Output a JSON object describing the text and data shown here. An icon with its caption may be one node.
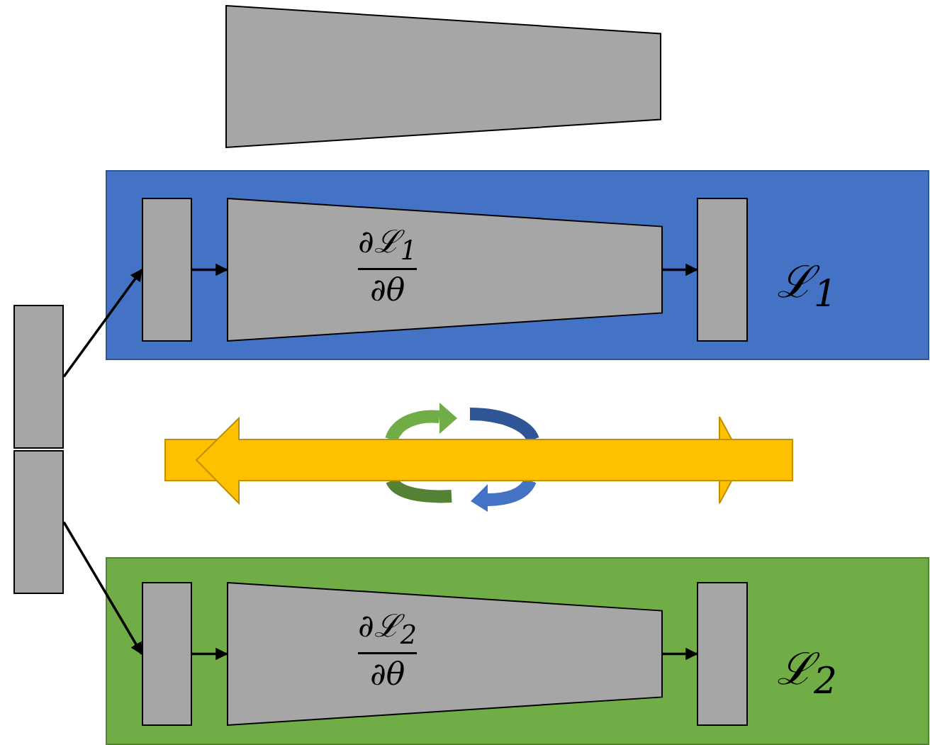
{
  "diagram": {
    "nodes": [
      {
        "text": [],
        "shape": "trapezoid"
      },
      {
        "text": [
          "ℒ$_{1}$"
        ]
      },
      {
        "text": [],
        "shape": "box",
        "in": 1
      },
      {
        "text": [
          "∂ℒ$_{1}$",
          "∂θ"
        ],
        "in": 1
      },
      {
        "text": [],
        "shape": "box",
        "in": 1
      },
      {
        "text": [
          "ℒ$_{2}$"
        ]
      },
      {
        "text": [],
        "shape": "box",
        "in": 5
      },
      {
        "text": [
          "∂ℒ$_{2}$",
          "∂θ"
        ],
        "in": 5
      },
      {
        "text": [],
        "shape": "box",
        "in": 5
      },
      {
        "text": [],
        "shape": "box"
      },
      {
        "text": [],
        "shape": "box"
      }
    ],
    "edges": [
      {
        "from": 9,
        "to": 2,
        "arrow": "to"
      },
      {
        "from": 2,
        "to": 3,
        "arrow": "to"
      },
      {
        "from": 3,
        "to": 4,
        "arrow": "to"
      },
      {
        "from": 10,
        "to": 6,
        "arrow": "to"
      },
      {
        "from": 6,
        "to": 7,
        "arrow": "to"
      },
      {
        "from": 7,
        "to": 8,
        "arrow": "to"
      }
    ]
  }
}
